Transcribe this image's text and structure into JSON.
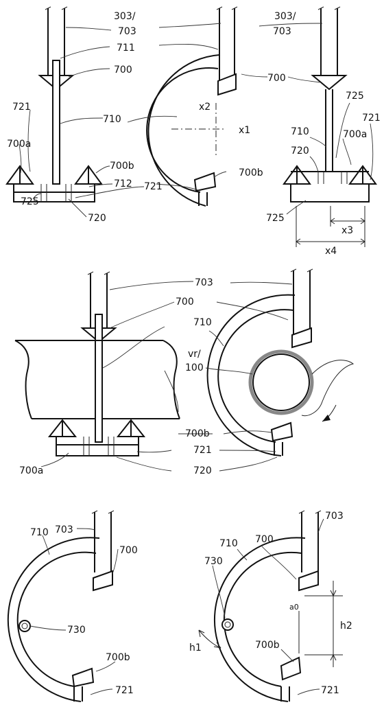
{
  "labels": {
    "fig1_left_303": "303/",
    "fig1_left_703": "703",
    "fig1_left_711": "711",
    "fig1_left_700": "700",
    "fig1_left_721a": "721",
    "fig1_left_710": "710",
    "fig1_left_700a": "700a",
    "fig1_left_700b": "700b",
    "fig1_left_712": "712",
    "fig1_left_721b": "721",
    "fig1_left_725": "725",
    "fig1_left_720": "720",
    "fig1_mid_x2": "x2",
    "fig1_mid_x1": "x1",
    "fig1_right_303": "303/",
    "fig1_right_703": "703",
    "fig1_right_700": "700",
    "fig1_right_725": "725",
    "fig1_right_721": "721",
    "fig1_right_710": "710",
    "fig1_right_700a": "700a",
    "fig1_right_720": "720",
    "fig1_right_700b": "700b",
    "fig1_right_725b": "725",
    "fig1_right_x3": "x3",
    "fig1_right_x4": "x4",
    "fig2_703": "703",
    "fig2_700": "700",
    "fig2_710": "710",
    "fig2_vr": "vr/",
    "fig2_100": "100",
    "fig2_700b": "700b",
    "fig2_721": "721",
    "fig2_700a": "700a",
    "fig2_720": "720",
    "fig3_710": "710",
    "fig3_703": "703",
    "fig3_700": "700",
    "fig3_730": "730",
    "fig3_700b": "700b",
    "fig3_721": "721",
    "fig4_710": "710",
    "fig4_700": "700",
    "fig4_703": "703",
    "fig4_730": "730",
    "fig4_a0": "a0",
    "fig4_h1": "h1",
    "fig4_h2": "h2",
    "fig4_700b": "700b",
    "fig4_721": "721"
  }
}
